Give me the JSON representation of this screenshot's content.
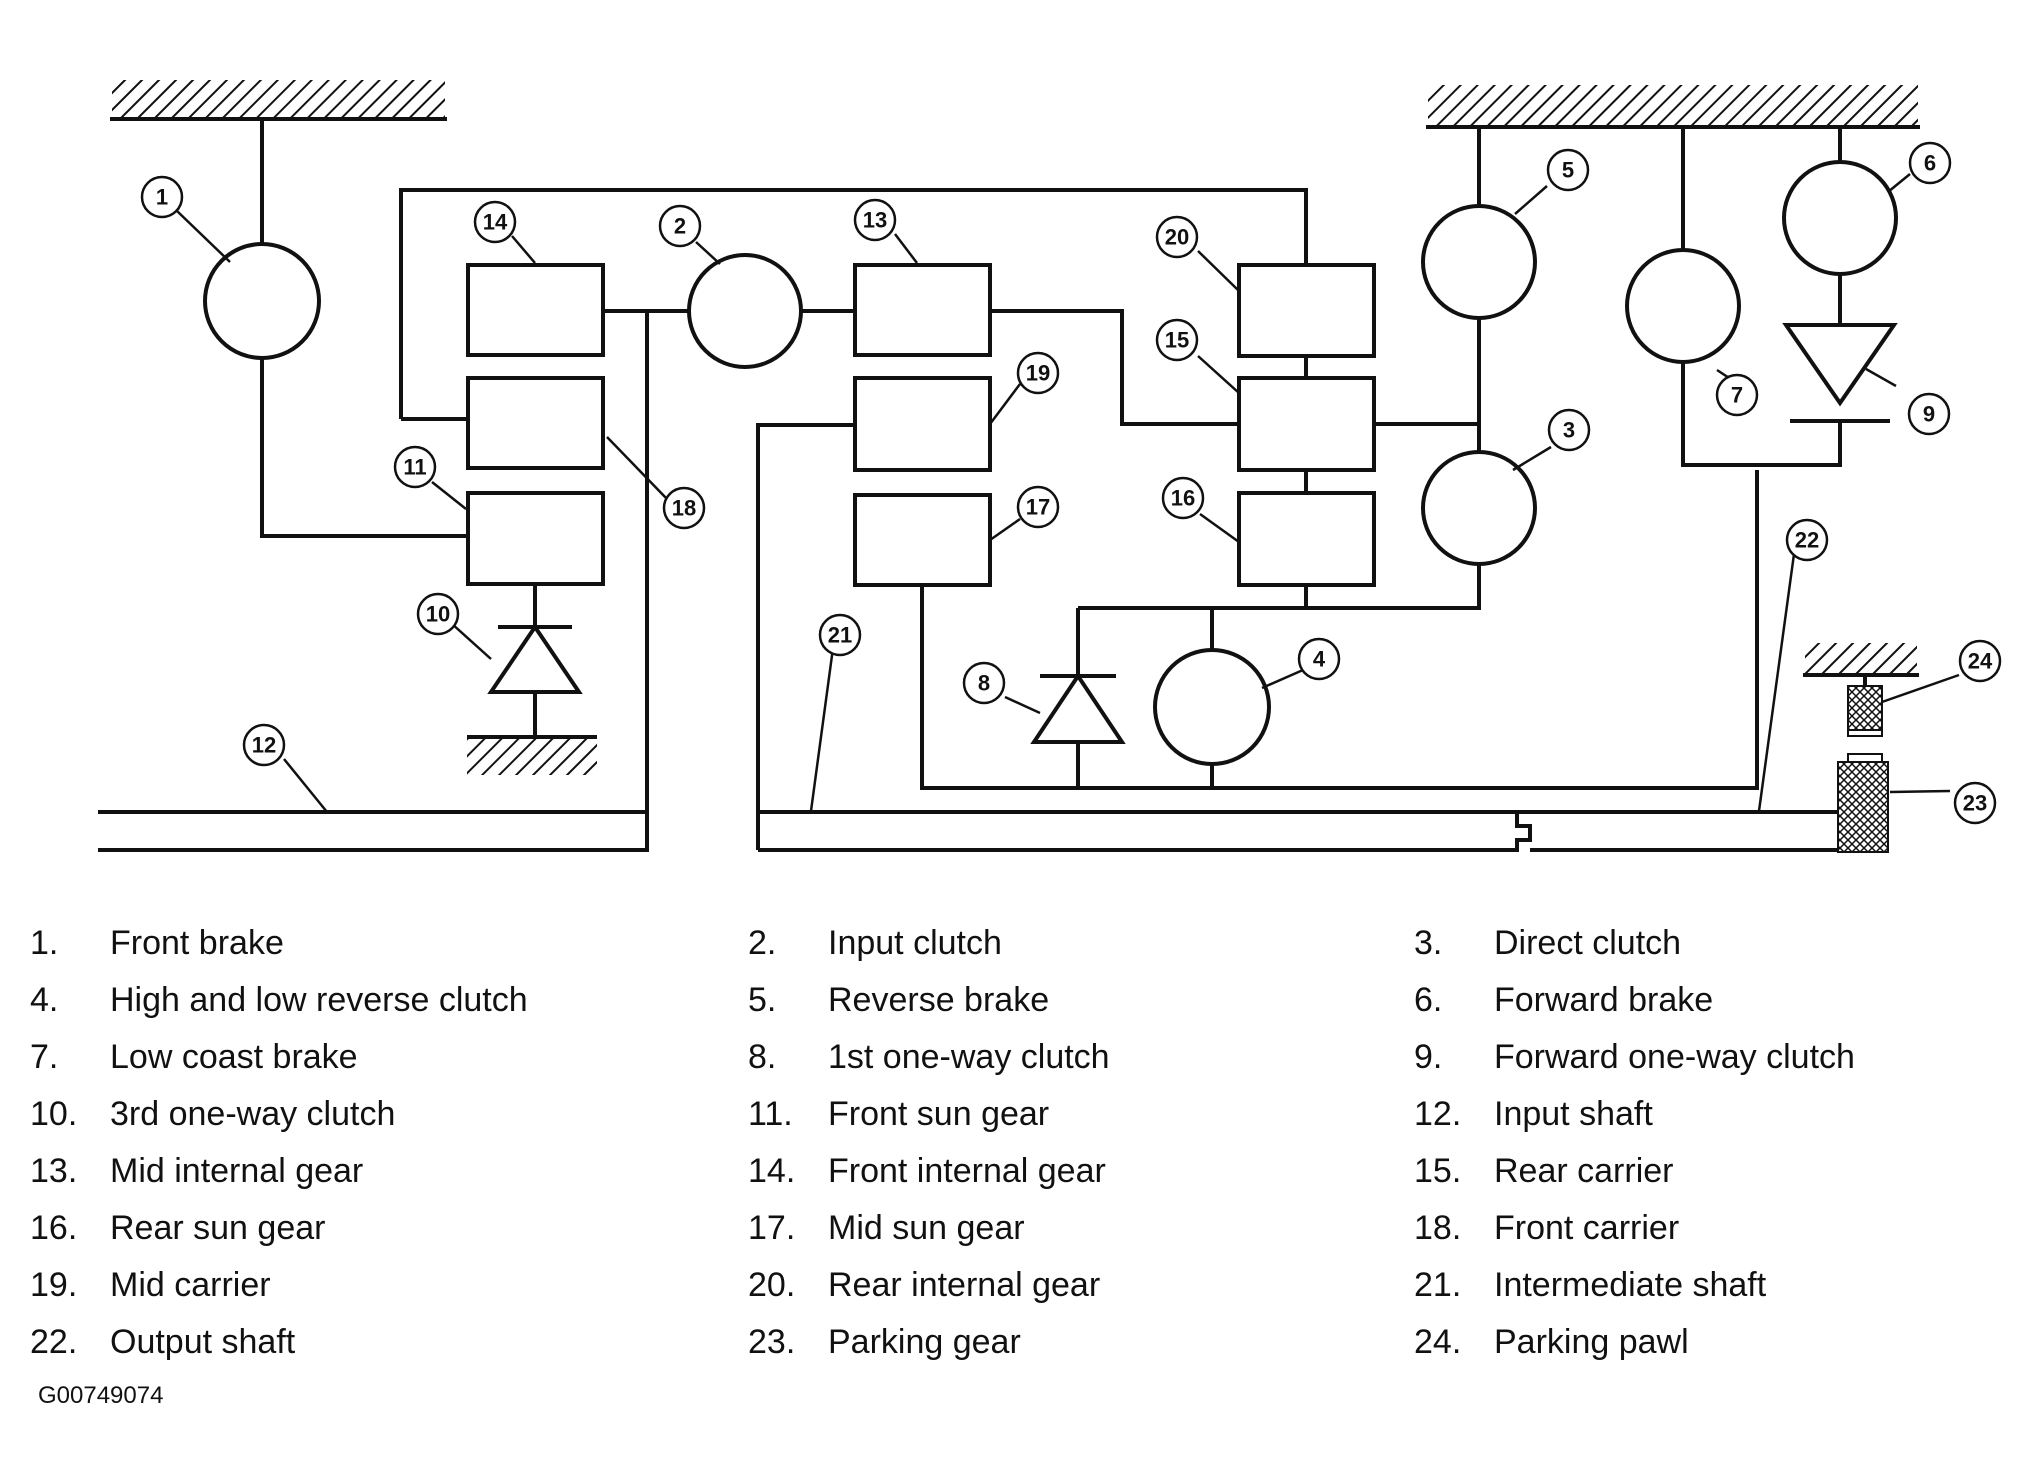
{
  "legend": {
    "columns": [
      [
        {
          "num": "1.",
          "label": "Front brake"
        },
        {
          "num": "4.",
          "label": "High and low reverse clutch"
        },
        {
          "num": "7.",
          "label": "Low coast brake"
        },
        {
          "num": "10.",
          "label": "3rd one-way clutch"
        },
        {
          "num": "13.",
          "label": "Mid internal gear"
        },
        {
          "num": "16.",
          "label": "Rear sun gear"
        },
        {
          "num": "19.",
          "label": "Mid carrier"
        },
        {
          "num": "22.",
          "label": "Output shaft"
        }
      ],
      [
        {
          "num": "2.",
          "label": "Input clutch"
        },
        {
          "num": "5.",
          "label": "Reverse brake"
        },
        {
          "num": "8.",
          "label": "1st one-way clutch"
        },
        {
          "num": "11.",
          "label": "Front sun gear"
        },
        {
          "num": "14.",
          "label": "Front internal gear"
        },
        {
          "num": "17.",
          "label": "Mid sun gear"
        },
        {
          "num": "20.",
          "label": "Rear internal gear"
        },
        {
          "num": "23.",
          "label": "Parking gear"
        }
      ],
      [
        {
          "num": "3.",
          "label": "Direct clutch"
        },
        {
          "num": "6.",
          "label": "Forward brake"
        },
        {
          "num": "9.",
          "label": "Forward one-way clutch"
        },
        {
          "num": "12.",
          "label": "Input shaft"
        },
        {
          "num": "15.",
          "label": "Rear carrier"
        },
        {
          "num": "18.",
          "label": "Front carrier"
        },
        {
          "num": "21.",
          "label": "Intermediate shaft"
        },
        {
          "num": "24.",
          "label": "Parking pawl"
        }
      ]
    ]
  },
  "callouts": {
    "c1": "1",
    "c2": "2",
    "c3": "3",
    "c4": "4",
    "c5": "5",
    "c6": "6",
    "c7": "7",
    "c8": "8",
    "c9": "9",
    "c10": "10",
    "c11": "11",
    "c12": "12",
    "c13": "13",
    "c14": "14",
    "c15": "15",
    "c16": "16",
    "c17": "17",
    "c18": "18",
    "c19": "19",
    "c20": "20",
    "c21": "21",
    "c22": "22",
    "c23": "23",
    "c24": "24"
  },
  "figure_id": "G00749074"
}
